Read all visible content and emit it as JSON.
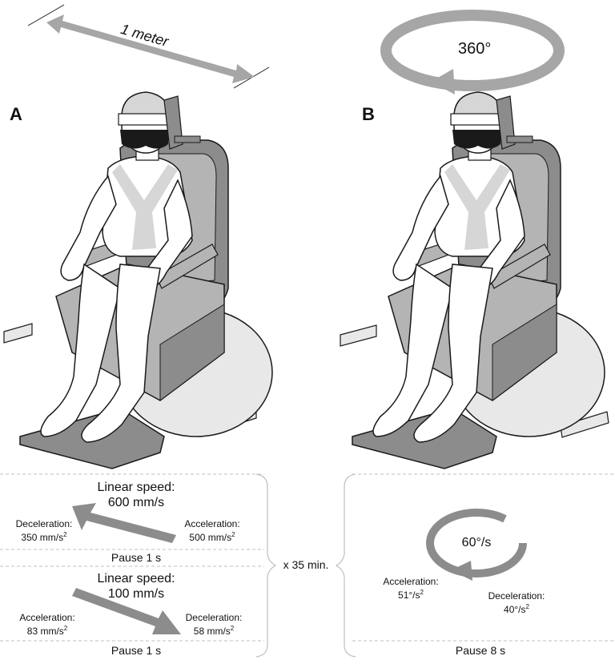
{
  "panels": {
    "a": {
      "letter": "A"
    },
    "b": {
      "letter": "B"
    }
  },
  "distance_label": "1 meter",
  "rotation_label": "360°",
  "left_box": {
    "top": {
      "speed_line1": "Linear speed:",
      "speed_line2": "600 mm/s",
      "deceleration_title": "Deceleration:",
      "deceleration_value": "350 mm/s",
      "acceleration_title": "Acceleration:",
      "acceleration_value": "500 mm/s",
      "pause": "Pause 1 s"
    },
    "bottom": {
      "speed_line1": "Linear speed:",
      "speed_line2": "100 mm/s",
      "acceleration_title": "Acceleration:",
      "acceleration_value": "83 mm/s",
      "deceleration_title": "Deceleration:",
      "deceleration_value": "58 mm/s",
      "pause": "Pause 1 s"
    },
    "squared_mark": "2"
  },
  "repeat_label": "x 35 min.",
  "right_box": {
    "speed": "60°/s",
    "acceleration_title": "Acceleration:",
    "acceleration_value": "51°/s",
    "deceleration_title": "Deceleration:",
    "deceleration_value": "40°/s",
    "squared_mark": "2",
    "pause": "Pause 8 s"
  },
  "colors": {
    "arrow_gray": "#a6a6a6",
    "dark_gray": "#8c8c8c",
    "mid_gray": "#b4b4b4",
    "light_gray": "#d6d6d6",
    "outline": "#1a1a1a",
    "dash": "#bfbfbf"
  }
}
